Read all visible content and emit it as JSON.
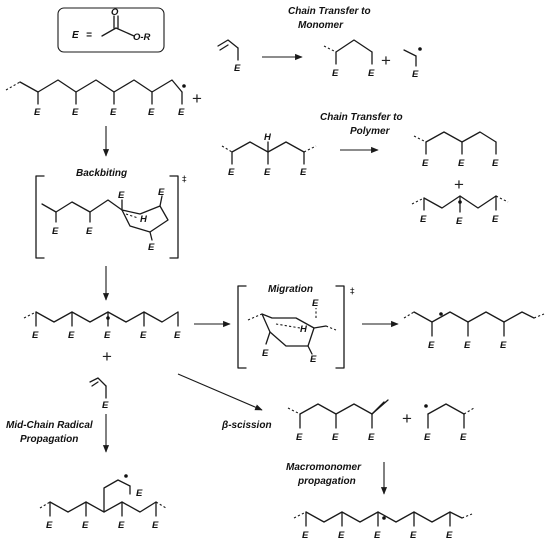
{
  "legend": {
    "e_symbol": "E",
    "equals": "=",
    "carbonyl_o": "O",
    "ester_or": "O-R"
  },
  "substituent": "E",
  "hydrogen": "H",
  "plus_sign": "+",
  "double_dagger": "‡",
  "labels": {
    "chain_transfer_monomer": [
      "Chain Transfer to",
      "Monomer"
    ],
    "chain_transfer_polymer": [
      "Chain Transfer to",
      "Polymer"
    ],
    "backbiting": "Backbiting",
    "migration": "Migration",
    "mid_chain_propagation": [
      "Mid-Chain Radical",
      "Propagation"
    ],
    "beta_scission": "β-scission",
    "macromonomer_propagation": [
      "Macromonomer",
      "propagation"
    ]
  }
}
